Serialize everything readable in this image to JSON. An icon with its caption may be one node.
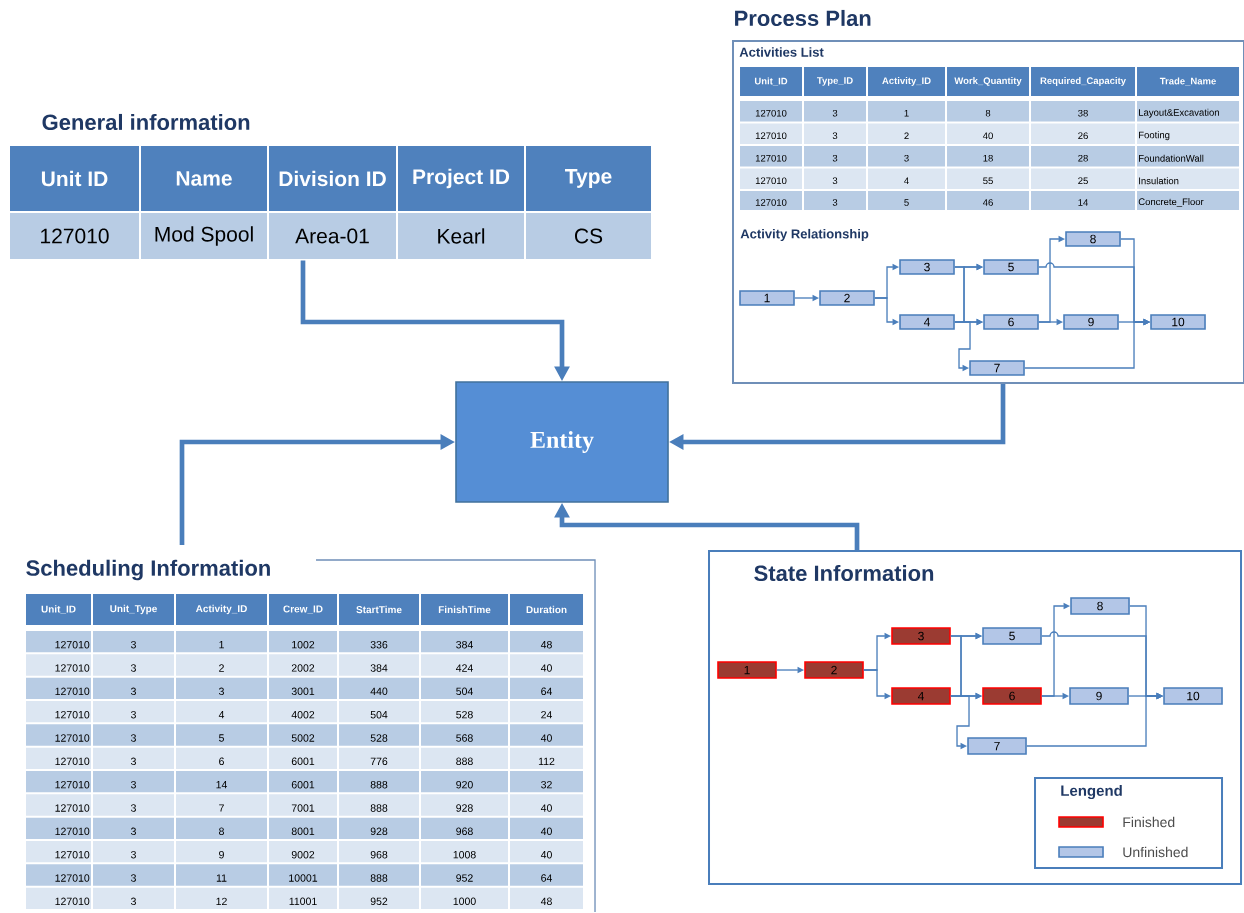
{
  "diagram": {
    "nodes": [
      {
        "text": [
          "General information"
        ]
      },
      {
        "text": [
          "Entity"
        ]
      },
      {
        "text": [
          "Process Plan"
        ]
      },
      {
        "text": [
          "1"
        ],
        "in": 2
      },
      {
        "text": [
          "2"
        ],
        "in": 2
      },
      {
        "text": [
          "3"
        ],
        "in": 2
      },
      {
        "text": [
          "4"
        ],
        "in": 2
      },
      {
        "text": [
          "5"
        ],
        "in": 2
      },
      {
        "text": [
          "6"
        ],
        "in": 2
      },
      {
        "text": [
          "7"
        ],
        "in": 2
      },
      {
        "text": [
          "8"
        ],
        "in": 2
      },
      {
        "text": [
          "9"
        ],
        "in": 2
      },
      {
        "text": [
          "10"
        ],
        "in": 2
      },
      {
        "text": [
          "Scheduling Information"
        ]
      },
      {
        "text": [
          "State Information"
        ]
      },
      {
        "text": [
          "1"
        ],
        "in": 14
      },
      {
        "text": [
          "2"
        ],
        "in": 14
      },
      {
        "text": [
          "3"
        ],
        "in": 14
      },
      {
        "text": [
          "4"
        ],
        "in": 14
      },
      {
        "text": [
          "5"
        ],
        "in": 14
      },
      {
        "text": [
          "6"
        ],
        "in": 14
      },
      {
        "text": [
          "7"
        ],
        "in": 14
      },
      {
        "text": [
          "8"
        ],
        "in": 14
      },
      {
        "text": [
          "9"
        ],
        "in": 14
      },
      {
        "text": [
          "10"
        ],
        "in": 14
      }
    ],
    "edges": [
      {
        "from": 0,
        "to": 1,
        "arrow": "to",
        "style": "thick"
      },
      {
        "from": 2,
        "to": 1,
        "arrow": "to",
        "style": "thick"
      },
      {
        "from": 13,
        "to": 1,
        "arrow": "to",
        "style": "thick"
      },
      {
        "from": 14,
        "to": 1,
        "arrow": "to",
        "style": "thick"
      },
      {
        "from": 3,
        "to": 4,
        "arrow": "to"
      },
      {
        "from": 4,
        "to": 5,
        "arrow": "to"
      },
      {
        "from": 4,
        "to": 6,
        "arrow": "to"
      },
      {
        "from": 5,
        "to": 7,
        "arrow": "to"
      },
      {
        "from": 5,
        "to": 8,
        "arrow": "to"
      },
      {
        "from": 6,
        "to": 7,
        "arrow": "to"
      },
      {
        "from": 6,
        "to": 8,
        "arrow": "to"
      },
      {
        "from": 6,
        "to": 9,
        "arrow": "to"
      },
      {
        "from": 7,
        "to": 12,
        "arrow": "to"
      },
      {
        "from": 8,
        "to": 10,
        "arrow": "to"
      },
      {
        "from": 8,
        "to": 11,
        "arrow": "to"
      },
      {
        "from": 9,
        "to": 12,
        "arrow": "to"
      },
      {
        "from": 10,
        "to": 12,
        "arrow": "to"
      },
      {
        "from": 11,
        "to": 12,
        "arrow": "to"
      },
      {
        "from": 15,
        "to": 16,
        "arrow": "to"
      },
      {
        "from": 16,
        "to": 17,
        "arrow": "to"
      },
      {
        "from": 16,
        "to": 18,
        "arrow": "to"
      },
      {
        "from": 17,
        "to": 19,
        "arrow": "to"
      },
      {
        "from": 17,
        "to": 20,
        "arrow": "to"
      },
      {
        "from": 18,
        "to": 19,
        "arrow": "to"
      },
      {
        "from": 18,
        "to": 20,
        "arrow": "to"
      },
      {
        "from": 18,
        "to": 21,
        "arrow": "to"
      },
      {
        "from": 19,
        "to": 24,
        "arrow": "to"
      },
      {
        "from": 20,
        "to": 22,
        "arrow": "to"
      },
      {
        "from": 20,
        "to": 23,
        "arrow": "to"
      },
      {
        "from": 21,
        "to": 24,
        "arrow": "to"
      },
      {
        "from": 22,
        "to": 24,
        "arrow": "to"
      },
      {
        "from": 23,
        "to": 24,
        "arrow": "to"
      }
    ],
    "labels": [
      "Unit ID",
      "Name",
      "Division ID",
      "Project ID",
      "Type",
      "127010",
      "Mod Spool",
      "Area-01",
      "Kearl",
      "CS",
      "Activities List",
      "Unit_ID",
      "Type_ID",
      "Activity_ID",
      "Work_Quantity",
      "Required_Capacity",
      "Trade_Name",
      "127010",
      "3",
      "1",
      "8",
      "38",
      "Layout&Excavation",
      "127010",
      "3",
      "2",
      "40",
      "26",
      "Footing",
      "127010",
      "3",
      "3",
      "18",
      "28",
      "FoundationWall",
      "127010",
      "3",
      "4",
      "55",
      "25",
      "Insulation",
      "127010",
      "3",
      "5",
      "46",
      "14",
      "Concrete_Floor",
      "Activity Relationship",
      "Unit_ID",
      "Unit_Type",
      "Activity_ID",
      "Crew_ID",
      "StartTime",
      "FinishTime",
      "Duration",
      "127010",
      "3",
      "1",
      "1002",
      "336",
      "384",
      "48",
      "127010",
      "3",
      "2",
      "2002",
      "384",
      "424",
      "40",
      "127010",
      "3",
      "3",
      "3001",
      "440",
      "504",
      "64",
      "127010",
      "3",
      "4",
      "4002",
      "504",
      "528",
      "24",
      "127010",
      "3",
      "5",
      "5002",
      "528",
      "568",
      "40",
      "127010",
      "3",
      "6",
      "6001",
      "776",
      "888",
      "112",
      "127010",
      "3",
      "14",
      "6001",
      "888",
      "920",
      "32",
      "127010",
      "3",
      "7",
      "7001",
      "888",
      "928",
      "40",
      "127010",
      "3",
      "8",
      "8001",
      "928",
      "968",
      "40",
      "127010",
      "3",
      "9",
      "9002",
      "968",
      "1008",
      "40",
      "127010",
      "3",
      "11",
      "10001",
      "888",
      "952",
      "64",
      "127010",
      "3",
      "12",
      "11001",
      "952",
      "1000",
      "48",
      "Lengend"
    ],
    "legend": [
      {
        "text": "Finished",
        "color": "#9b3b32"
      },
      {
        "text": "Unfinished",
        "color": "#b3c6e7"
      }
    ]
  }
}
